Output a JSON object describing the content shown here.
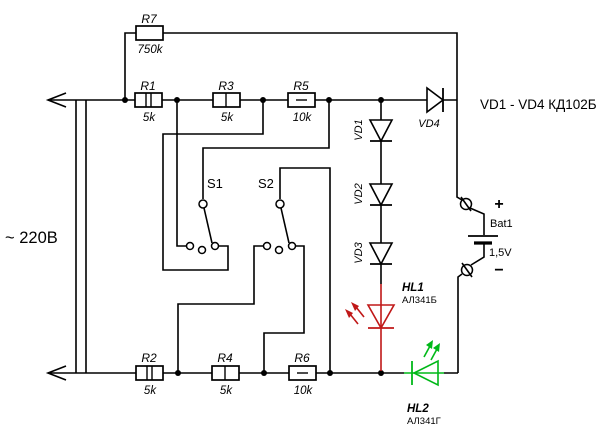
{
  "figure": {
    "type": "circuit-schematic",
    "note": "VD1 - VD4  КД102Б",
    "mains": "~ 220В"
  },
  "resistors": {
    "r1": {
      "ref": "R1",
      "value": "5k"
    },
    "r2": {
      "ref": "R2",
      "value": "5k"
    },
    "r3": {
      "ref": "R3",
      "value": "5k"
    },
    "r4": {
      "ref": "R4",
      "value": "5k"
    },
    "r5": {
      "ref": "R5",
      "value": "10k"
    },
    "r6": {
      "ref": "R6",
      "value": "10k"
    },
    "r7": {
      "ref": "R7",
      "value": "750k"
    }
  },
  "switches": {
    "s1": "S1",
    "s2": "S2"
  },
  "diodes": {
    "vd1": "VD1",
    "vd2": "VD2",
    "vd3": "VD3",
    "vd4": "VD4"
  },
  "leds": {
    "hl1": {
      "ref": "HL1",
      "part": "АЛ341Б",
      "color": "#c01818"
    },
    "hl2": {
      "ref": "HL2",
      "part": "АЛ341Г",
      "color": "#00b818"
    }
  },
  "battery": {
    "ref": "Bat1",
    "voltage": "1,5V",
    "plus": "+",
    "minus": "−"
  },
  "colors": {
    "wire": "#000000",
    "background": "#ffffff",
    "hl1_red": "#c01818",
    "hl2_green": "#00b818"
  }
}
